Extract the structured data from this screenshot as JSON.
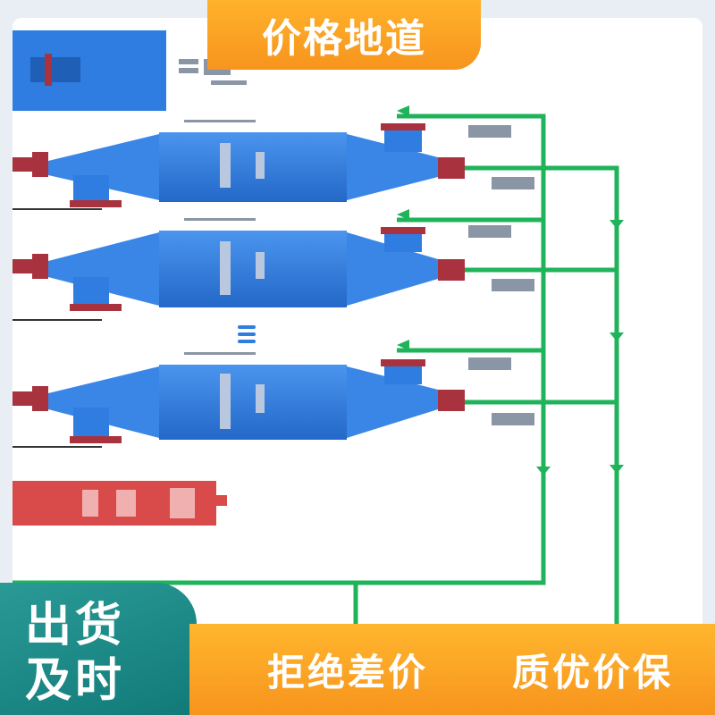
{
  "top_banner": {
    "text": "价格地道"
  },
  "bottom_left": {
    "line1": "出货",
    "line2": "及时"
  },
  "bottom_right": {
    "slogan1": "拒绝差价",
    "slogan2": "质优价保"
  },
  "colors": {
    "vessel_blue": "#2f7de0",
    "valve_red": "#a8323e",
    "pipe_green": "#1fb35a",
    "banner_orange": "#f7941d",
    "badge_teal": "#1a8a87",
    "control_red": "#d94a4a"
  },
  "icons": [
    "arrow-down-icon",
    "arrow-left-icon",
    "ellipsis-icon"
  ]
}
